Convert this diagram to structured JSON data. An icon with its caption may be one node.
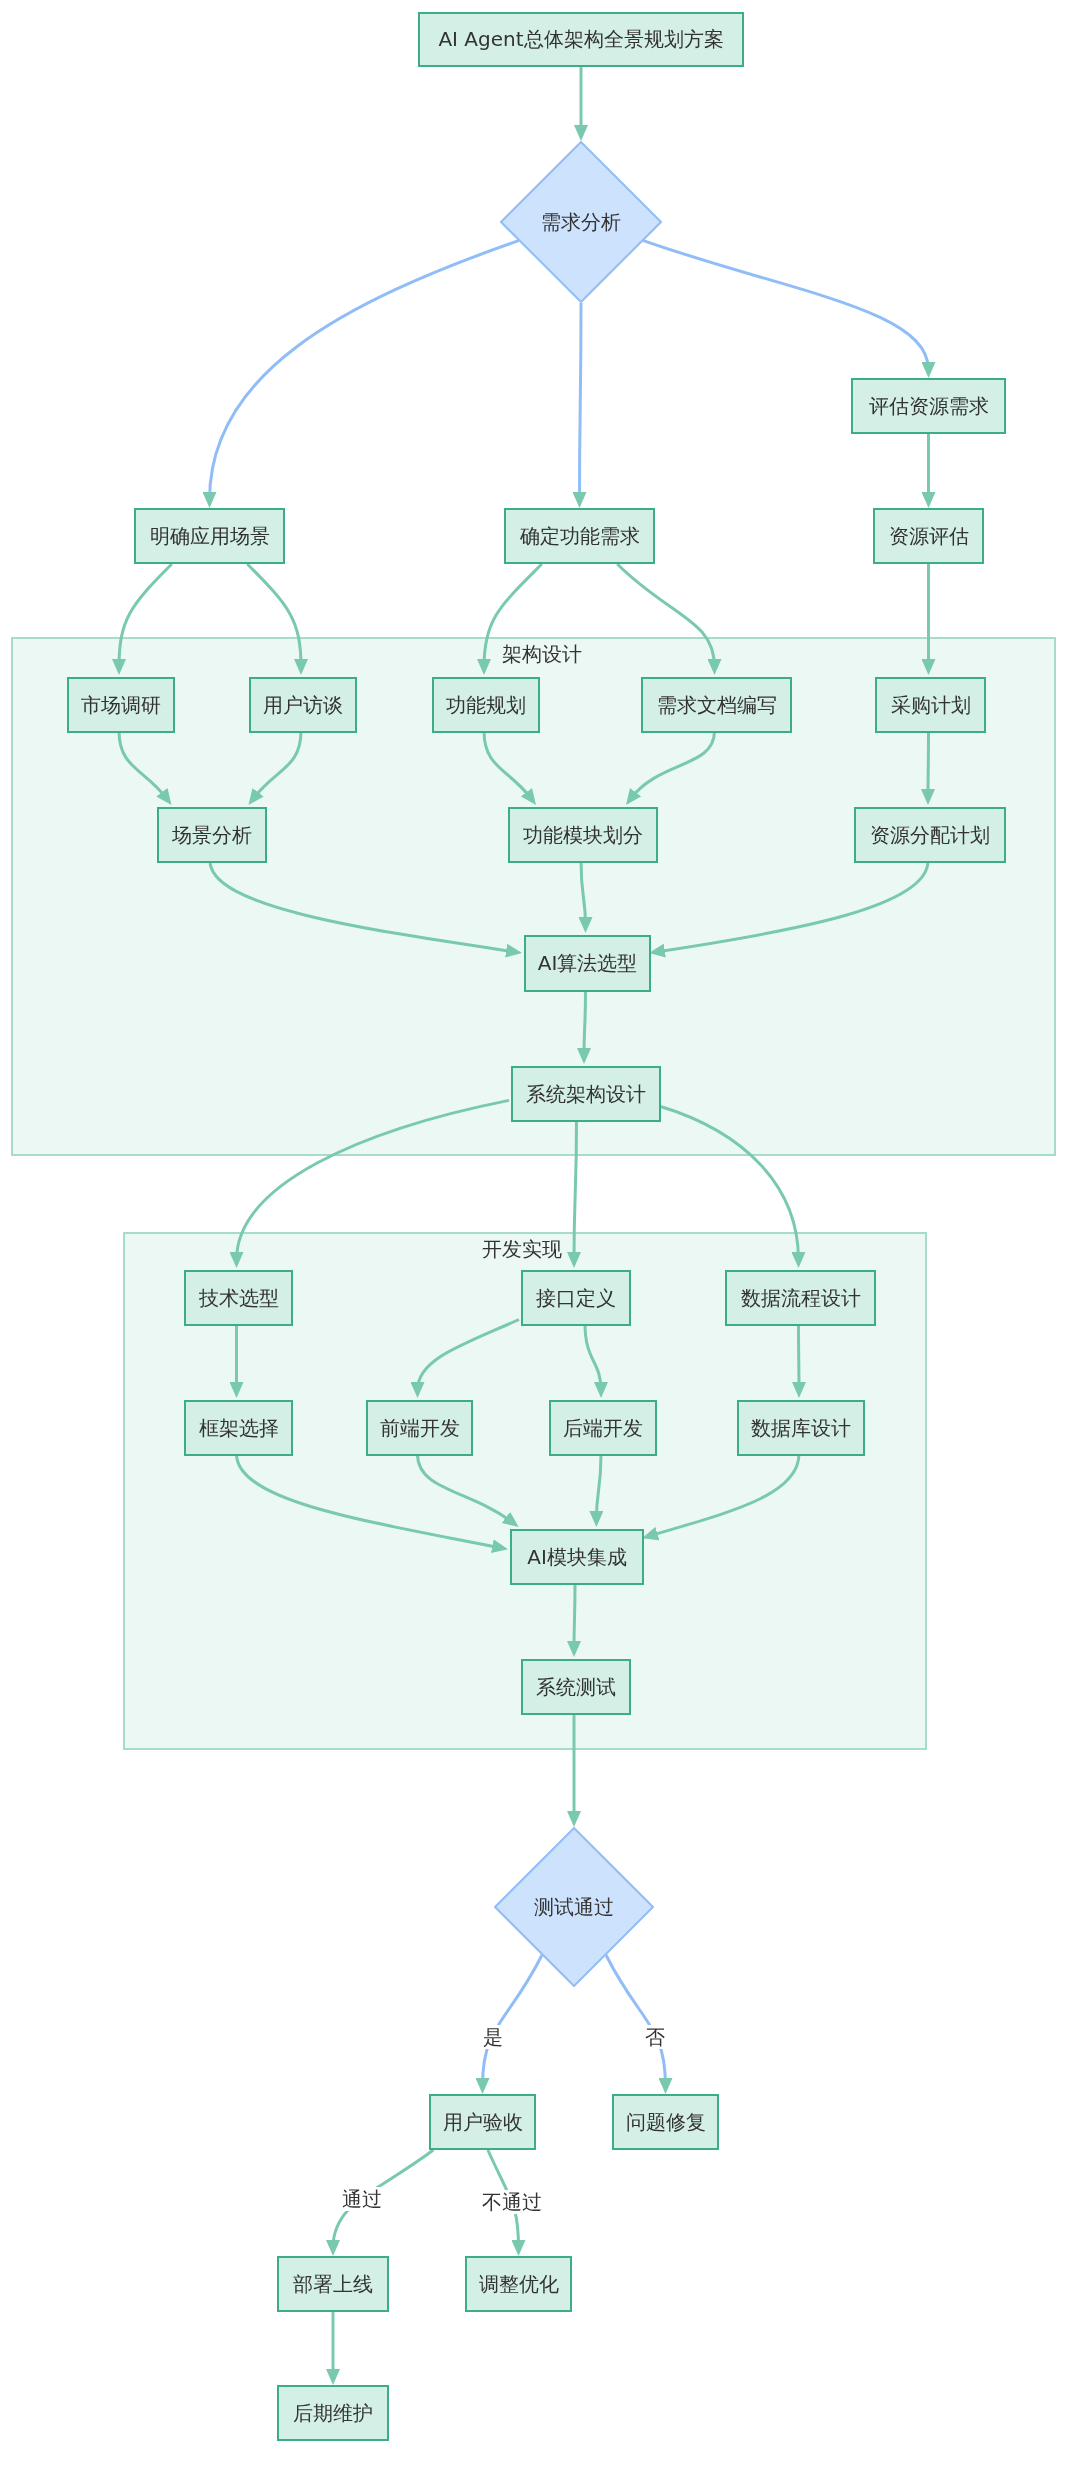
{
  "diagram": {
    "nodes": [
      {
        "text": [
          "AI Agent总体架构全景规划方案"
        ]
      },
      {
        "text": [
          "需求分析"
        ]
      },
      {
        "text": [
          "评估资源需求"
        ]
      },
      {
        "text": [
          "明确应用场景"
        ]
      },
      {
        "text": [
          "确定功能需求"
        ]
      },
      {
        "text": [
          "资源评估"
        ]
      },
      {
        "text": [
          "架构设计"
        ]
      },
      {
        "text": [
          "市场调研"
        ],
        "in": 6
      },
      {
        "text": [
          "用户访谈"
        ],
        "in": 6
      },
      {
        "text": [
          "功能规划"
        ],
        "in": 6
      },
      {
        "text": [
          "需求文档编写"
        ],
        "in": 6
      },
      {
        "text": [
          "采购计划"
        ],
        "in": 6
      },
      {
        "text": [
          "场景分析"
        ],
        "in": 6
      },
      {
        "text": [
          "功能模块划分"
        ],
        "in": 6
      },
      {
        "text": [
          "资源分配计划"
        ],
        "in": 6
      },
      {
        "text": [
          "AI算法选型"
        ],
        "in": 6
      },
      {
        "text": [
          "系统架构设计"
        ],
        "in": 6
      },
      {
        "text": [
          "开发实现"
        ]
      },
      {
        "text": [
          "技术选型"
        ],
        "in": 17
      },
      {
        "text": [
          "接口定义"
        ],
        "in": 17
      },
      {
        "text": [
          "数据流程设计"
        ],
        "in": 17
      },
      {
        "text": [
          "框架选择"
        ],
        "in": 17
      },
      {
        "text": [
          "前端开发"
        ],
        "in": 17
      },
      {
        "text": [
          "后端开发"
        ],
        "in": 17
      },
      {
        "text": [
          "数据库设计"
        ],
        "in": 17
      },
      {
        "text": [
          "AI模块集成"
        ],
        "in": 17
      },
      {
        "text": [
          "系统测试"
        ],
        "in": 17
      },
      {
        "text": [
          "测试通过"
        ]
      },
      {
        "text": [
          "用户验收"
        ]
      },
      {
        "text": [
          "问题修复"
        ]
      },
      {
        "text": [
          "部署上线"
        ]
      },
      {
        "text": [
          "调整优化"
        ]
      },
      {
        "text": [
          "后期维护"
        ]
      }
    ],
    "edges": [
      {
        "from": 0,
        "to": 1,
        "arrow": "to"
      },
      {
        "from": 1,
        "to": 3,
        "arrow": "to",
        "color": "#90bdf8"
      },
      {
        "from": 1,
        "to": 4,
        "arrow": "to",
        "color": "#90bdf8"
      },
      {
        "from": 1,
        "to": 2,
        "arrow": "to",
        "color": "#90bdf8"
      },
      {
        "from": 2,
        "to": 5,
        "arrow": "to"
      },
      {
        "from": 3,
        "to": 7,
        "arrow": "to"
      },
      {
        "from": 3,
        "to": 8,
        "arrow": "to"
      },
      {
        "from": 4,
        "to": 9,
        "arrow": "to"
      },
      {
        "from": 4,
        "to": 10,
        "arrow": "to"
      },
      {
        "from": 5,
        "to": 11,
        "arrow": "to"
      },
      {
        "from": 7,
        "to": 12,
        "arrow": "to"
      },
      {
        "from": 8,
        "to": 12,
        "arrow": "to"
      },
      {
        "from": 9,
        "to": 13,
        "arrow": "to"
      },
      {
        "from": 10,
        "to": 13,
        "arrow": "to"
      },
      {
        "from": 11,
        "to": 14,
        "arrow": "to"
      },
      {
        "from": 12,
        "to": 15,
        "arrow": "to"
      },
      {
        "from": 13,
        "to": 15,
        "arrow": "to"
      },
      {
        "from": 14,
        "to": 15,
        "arrow": "to"
      },
      {
        "from": 15,
        "to": 16,
        "arrow": "to"
      },
      {
        "from": 16,
        "to": 18,
        "arrow": "to"
      },
      {
        "from": 16,
        "to": 19,
        "arrow": "to"
      },
      {
        "from": 16,
        "to": 20,
        "arrow": "to"
      },
      {
        "from": 18,
        "to": 21,
        "arrow": "to"
      },
      {
        "from": 19,
        "to": 22,
        "arrow": "to"
      },
      {
        "from": 19,
        "to": 23,
        "arrow": "to"
      },
      {
        "from": 20,
        "to": 24,
        "arrow": "to"
      },
      {
        "from": 21,
        "to": 25,
        "arrow": "to"
      },
      {
        "from": 22,
        "to": 25,
        "arrow": "to"
      },
      {
        "from": 23,
        "to": 25,
        "arrow": "to"
      },
      {
        "from": 24,
        "to": 25,
        "arrow": "to"
      },
      {
        "from": 25,
        "to": 26,
        "arrow": "to"
      },
      {
        "from": 26,
        "to": 27,
        "arrow": "to"
      },
      {
        "from": 27,
        "to": 28,
        "arrow": "to",
        "label": "是",
        "color": "#90bdf8"
      },
      {
        "from": 27,
        "to": 29,
        "arrow": "to",
        "label": "否",
        "color": "#90bdf8"
      },
      {
        "from": 28,
        "to": 30,
        "arrow": "to",
        "label": "通过"
      },
      {
        "from": 28,
        "to": 31,
        "arrow": "to",
        "label": "不通过"
      },
      {
        "from": 30,
        "to": 32,
        "arrow": "to"
      }
    ]
  }
}
